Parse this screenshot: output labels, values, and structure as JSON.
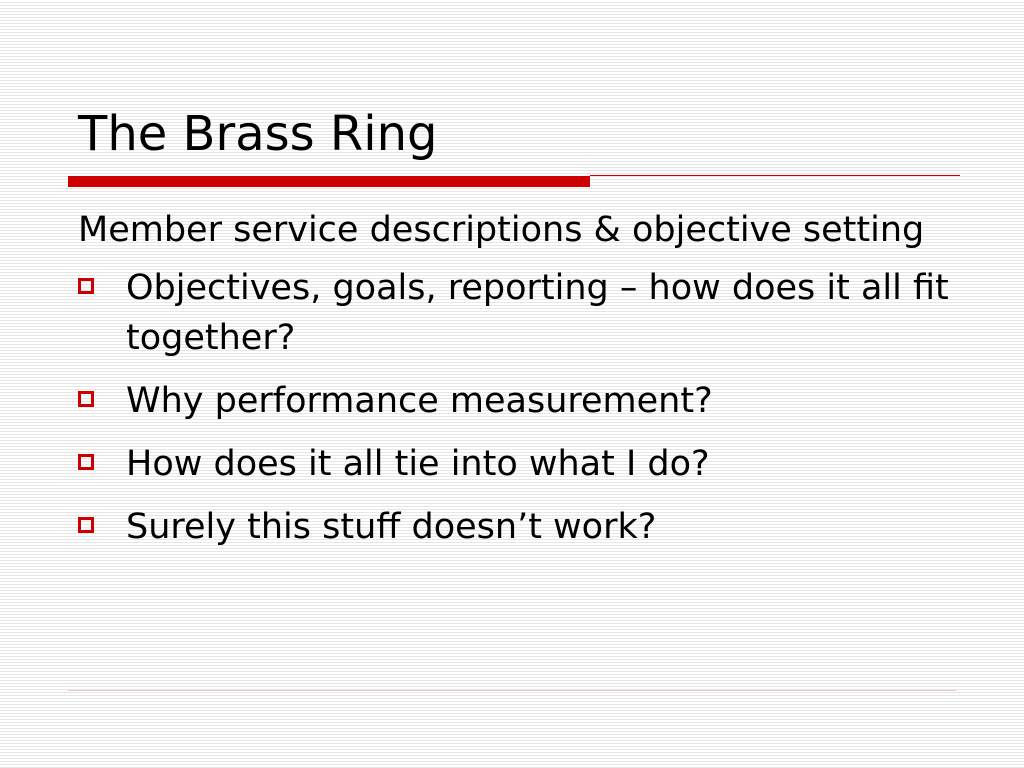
{
  "slide": {
    "title": "The Brass Ring",
    "lead": "Member service descriptions & objective setting",
    "bullets": [
      "Objectives, goals, reporting – how does it all fit together?",
      "Why performance measurement?",
      "How does it all tie into what I do?",
      "Surely this stuff doesn’t work?"
    ]
  },
  "colors": {
    "accent": "#cc0000",
    "text": "#000000",
    "background": "#ffffff",
    "stripe": "#e6e6e6"
  },
  "icons": {
    "bullet": "hollow-square-icon"
  }
}
